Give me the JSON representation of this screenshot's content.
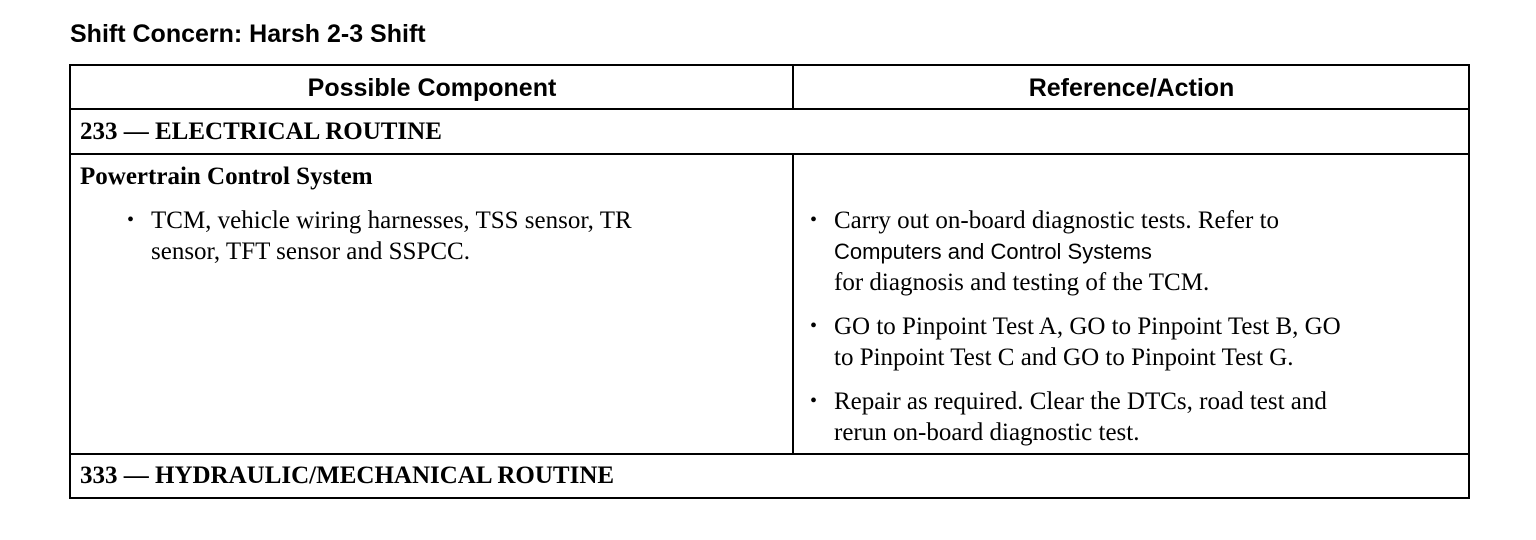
{
  "title": "Shift Concern: Harsh 2-3 Shift",
  "table": {
    "headers": {
      "component": "Possible Component",
      "action": "Reference/Action"
    },
    "routine_1": "233 — ELECTRICAL ROUTINE",
    "system": "Powertrain Control System",
    "component_bullet": {
      "line1": "TCM, vehicle wiring harnesses, TSS sensor, TR",
      "line2": "sensor, TFT sensor and SSPCC."
    },
    "actions": [
      {
        "line1": "Carry out on-board diagnostic tests. Refer to",
        "line2": "Computers and Control Systems",
        "line3": "for diagnosis and testing of the TCM."
      },
      {
        "line1": "GO to Pinpoint Test A, GO to Pinpoint Test B, GO",
        "line2": "to Pinpoint Test C and GO to Pinpoint Test G."
      },
      {
        "line1": "Repair as required. Clear the DTCs, road test and",
        "line2": "rerun on-board diagnostic test."
      }
    ],
    "routine_2": "333 — HYDRAULIC/MECHANICAL ROUTINE",
    "bullet_glyph": "•"
  }
}
